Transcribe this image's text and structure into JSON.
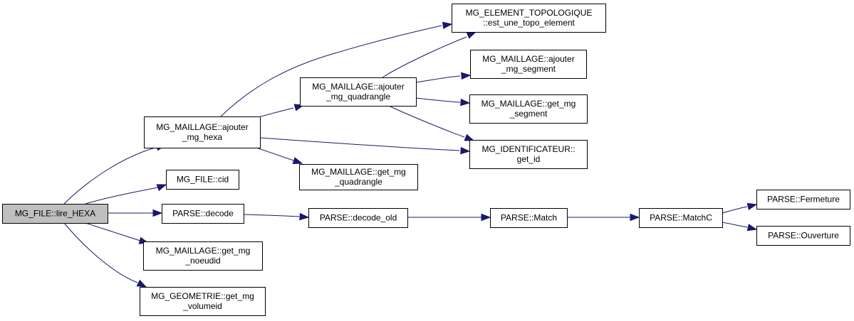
{
  "diagram": {
    "type": "call-graph",
    "colors": {
      "edge": "#191970",
      "root_fill": "#bfbfbf",
      "node_fill": "#ffffff",
      "border": "#000000"
    },
    "nodes": [
      {
        "id": "lire_hexa",
        "lines": [
          "MG_FILE::lire_HEXA"
        ],
        "root": true
      },
      {
        "id": "ajouter_mg_hexa",
        "lines": [
          "MG_MAILLAGE::ajouter",
          "_mg_hexa"
        ]
      },
      {
        "id": "cid",
        "lines": [
          "MG_FILE::cid"
        ]
      },
      {
        "id": "decode",
        "lines": [
          "PARSE::decode"
        ]
      },
      {
        "id": "get_mg_noeudid",
        "lines": [
          "MG_MAILLAGE::get_mg",
          "_noeudid"
        ]
      },
      {
        "id": "get_mg_volumeid",
        "lines": [
          "MG_GEOMETRIE::get_mg",
          "_volumeid"
        ]
      },
      {
        "id": "ajouter_mg_quadrangle",
        "lines": [
          "MG_MAILLAGE::ajouter",
          "_mg_quadrangle"
        ]
      },
      {
        "id": "get_mg_quadrangle",
        "lines": [
          "MG_MAILLAGE::get_mg",
          "_quadrangle"
        ]
      },
      {
        "id": "decode_old",
        "lines": [
          "PARSE::decode_old"
        ]
      },
      {
        "id": "est_une_topo_element",
        "lines": [
          "MG_ELEMENT_TOPOLOGIQUE",
          "::est_une_topo_element"
        ]
      },
      {
        "id": "ajouter_mg_segment",
        "lines": [
          "MG_MAILLAGE::ajouter",
          "_mg_segment"
        ]
      },
      {
        "id": "get_mg_segment",
        "lines": [
          "MG_MAILLAGE::get_mg",
          "_segment"
        ]
      },
      {
        "id": "get_id",
        "lines": [
          "MG_IDENTIFICATEUR::",
          "get_id"
        ]
      },
      {
        "id": "match",
        "lines": [
          "PARSE::Match"
        ]
      },
      {
        "id": "matchc",
        "lines": [
          "PARSE::MatchC"
        ]
      },
      {
        "id": "fermeture",
        "lines": [
          "PARSE::Fermeture"
        ]
      },
      {
        "id": "ouverture",
        "lines": [
          "PARSE::Ouverture"
        ]
      }
    ],
    "edges": [
      {
        "from": "lire_hexa",
        "to": "ajouter_mg_hexa"
      },
      {
        "from": "lire_hexa",
        "to": "cid"
      },
      {
        "from": "lire_hexa",
        "to": "decode"
      },
      {
        "from": "lire_hexa",
        "to": "get_mg_noeudid"
      },
      {
        "from": "lire_hexa",
        "to": "get_mg_volumeid"
      },
      {
        "from": "ajouter_mg_hexa",
        "to": "est_une_topo_element"
      },
      {
        "from": "ajouter_mg_hexa",
        "to": "ajouter_mg_quadrangle"
      },
      {
        "from": "ajouter_mg_hexa",
        "to": "get_id"
      },
      {
        "from": "ajouter_mg_hexa",
        "to": "get_mg_quadrangle"
      },
      {
        "from": "ajouter_mg_quadrangle",
        "to": "est_une_topo_element"
      },
      {
        "from": "ajouter_mg_quadrangle",
        "to": "ajouter_mg_segment"
      },
      {
        "from": "ajouter_mg_quadrangle",
        "to": "get_mg_segment"
      },
      {
        "from": "ajouter_mg_quadrangle",
        "to": "get_id"
      },
      {
        "from": "decode",
        "to": "decode_old"
      },
      {
        "from": "decode_old",
        "to": "match"
      },
      {
        "from": "match",
        "to": "matchc"
      },
      {
        "from": "matchc",
        "to": "fermeture"
      },
      {
        "from": "matchc",
        "to": "ouverture"
      }
    ]
  }
}
